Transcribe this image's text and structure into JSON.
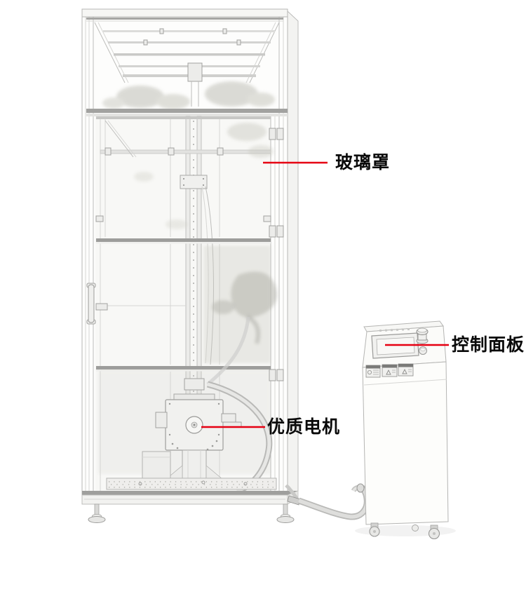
{
  "colors": {
    "annotation-red": "#e60012",
    "label-text": "#0a0a0a",
    "canvas-bg": "#ffffff"
  },
  "annotations": [
    {
      "id": "glass-cover",
      "label": "玻璃罩"
    },
    {
      "id": "control-panel",
      "label": "控制面板"
    },
    {
      "id": "quality-motor",
      "label": "优质电机"
    }
  ]
}
